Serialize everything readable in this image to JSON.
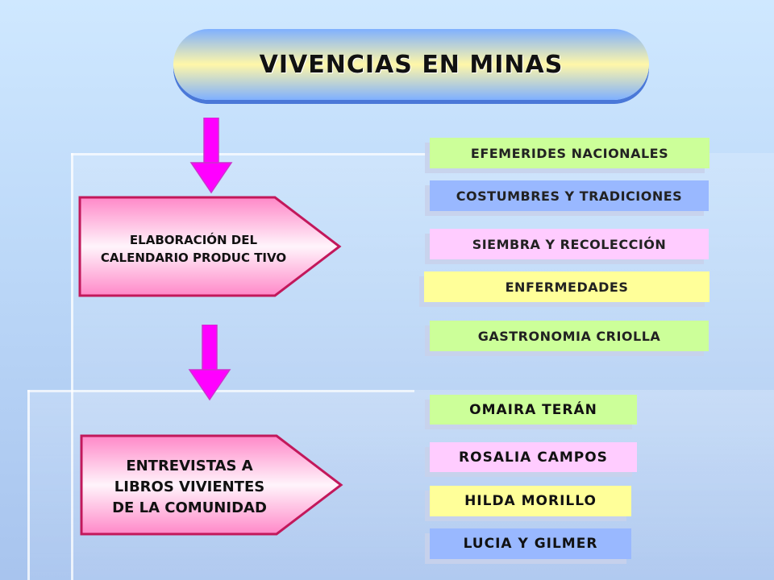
{
  "title": "VIVENCIAS EN MINAS",
  "left_blocks": [
    {
      "line1": "ELABORACIÓN DEL",
      "line2": "CALENDARIO PRODUC TIVO"
    },
    {
      "line1": "ENTREVISTAS  A",
      "line2": "LIBROS VIVIENTES",
      "line3": "DE LA COMUNIDAD"
    }
  ],
  "topics": [
    {
      "label": "EFEMERIDES  NACIONALES",
      "color": "#ccff99"
    },
    {
      "label": "COSTUMBRES Y TRADICIONES",
      "color": "#99b8ff"
    },
    {
      "label": "SIEMBRA Y RECOLECCIÓN",
      "color": "#ffccff"
    },
    {
      "label": "ENFERMEDADES",
      "color": "#ffff99"
    },
    {
      "label": "GASTRONOMIA CRIOLLA",
      "color": "#ccff99"
    }
  ],
  "people": [
    {
      "label": "OMAIRA TERÁN",
      "color": "#ccff99"
    },
    {
      "label": "ROSALIA CAMPOS",
      "color": "#ffccff"
    },
    {
      "label": "HILDA MORILLO",
      "color": "#ffff99"
    },
    {
      "label": "LUCIA  Y  GILMER",
      "color": "#99b8ff"
    }
  ]
}
